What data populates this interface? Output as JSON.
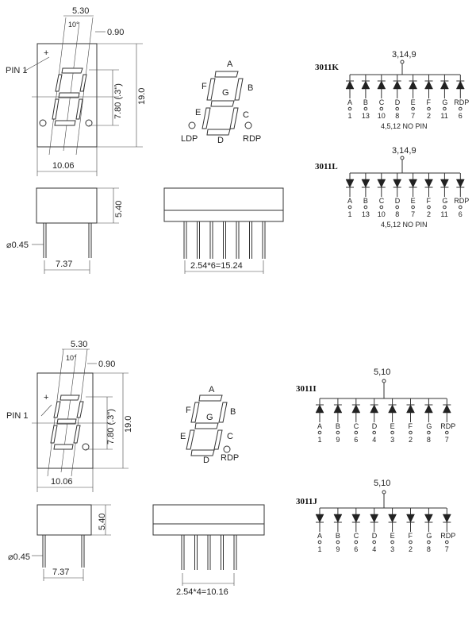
{
  "top": {
    "front": {
      "dim_width_top": "5.30",
      "dim_angle": "10°",
      "dim_seg": "0.90",
      "pin1": "PIN 1",
      "plus": "+",
      "dim_digit_height": "7.80 (.3\")",
      "dim_height": "19.0",
      "dim_width": "10.06"
    },
    "segments": {
      "a": "A",
      "b": "B",
      "c": "C",
      "d": "D",
      "e": "E",
      "f": "F",
      "g": "G",
      "ldp": "LDP",
      "rdp": "RDP"
    },
    "side": {
      "dim_height": "5.40",
      "dim_pin": "⌀0.45",
      "dim_offset": "7.37"
    },
    "pins": {
      "dim_pitch": "2.54*6=15.24"
    },
    "schematic_k": {
      "model": "3011K",
      "common": "3,14,9",
      "seg_labels": [
        "A",
        "B",
        "C",
        "D",
        "E",
        "F",
        "G",
        "RDP"
      ],
      "pin_numbers": [
        "1",
        "13",
        "10",
        "8",
        "7",
        "2",
        "11",
        "6"
      ],
      "nopin": "4,5,12 NO PIN"
    },
    "schematic_l": {
      "model": "3011L",
      "common": "3,14,9",
      "seg_labels": [
        "A",
        "B",
        "C",
        "D",
        "E",
        "F",
        "G",
        "RDP"
      ],
      "pin_numbers": [
        "1",
        "13",
        "10",
        "8",
        "7",
        "2",
        "11",
        "6"
      ],
      "nopin": "4,5,12 NO PIN"
    }
  },
  "bottom": {
    "front": {
      "dim_width_top": "5.30",
      "dim_angle": "10°",
      "dim_seg": "0.90",
      "pin1": "PIN 1",
      "plus": "+",
      "dim_digit_height": "7.80 (.3\")",
      "dim_height": "19.0",
      "dim_width": "10.06"
    },
    "segments": {
      "a": "A",
      "b": "B",
      "c": "C",
      "d": "D",
      "e": "E",
      "f": "F",
      "g": "G",
      "rdp": "RDP"
    },
    "side": {
      "dim_height": "5.40",
      "dim_pin": "⌀0.45",
      "dim_offset": "7.37"
    },
    "pins": {
      "dim_pitch": "2.54*4=10.16"
    },
    "schematic_i": {
      "model": "3011I",
      "common": "5,10",
      "seg_labels": [
        "A",
        "B",
        "C",
        "D",
        "E",
        "F",
        "G",
        "RDP"
      ],
      "pin_numbers": [
        "1",
        "9",
        "6",
        "4",
        "3",
        "2",
        "8",
        "7"
      ]
    },
    "schematic_j": {
      "model": "3011J",
      "common": "5,10",
      "seg_labels": [
        "A",
        "B",
        "C",
        "D",
        "E",
        "F",
        "G",
        "RDP"
      ],
      "pin_numbers": [
        "1",
        "9",
        "6",
        "4",
        "3",
        "2",
        "8",
        "7"
      ]
    }
  }
}
